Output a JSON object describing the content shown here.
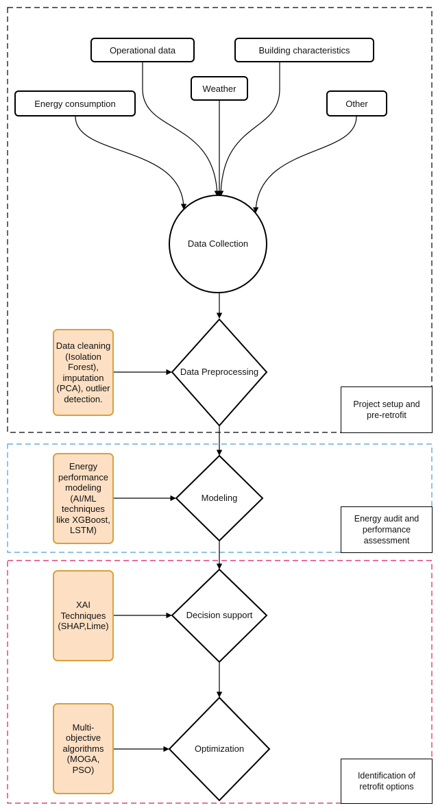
{
  "sources": {
    "operational": "Operational data",
    "building": "Building characteristics",
    "weather": "Weather",
    "energy": "Energy consumption",
    "other": "Other"
  },
  "nodes": {
    "collection": "Data Collection",
    "preprocessing": "Data Preprocessing",
    "modeling": "Modeling",
    "decision": "Decision support",
    "optimization": "Optimization"
  },
  "techniques": {
    "cleaning": "Data cleaning (Isolation Forest), imputation (PCA), outlier detection.",
    "energy_modeling": "Energy performance modeling (AI/ML techniques like XGBoost, LSTM)",
    "xai": "XAI Techniques (SHAP,Lime)",
    "multi_objective": "Multi-objective algorithms (MOGA, PSO)"
  },
  "phases": {
    "setup": "Project setup and pre-retrofit",
    "audit": "Energy audit and performance assessment",
    "retrofit": "Identification of retrofit options"
  },
  "colors": {
    "phase1_border": "#000000",
    "phase2_border": "#4a9fd0",
    "phase3_border": "#d81b60",
    "technique_fill": "#fde0c4",
    "technique_border": "#d6a23a"
  }
}
